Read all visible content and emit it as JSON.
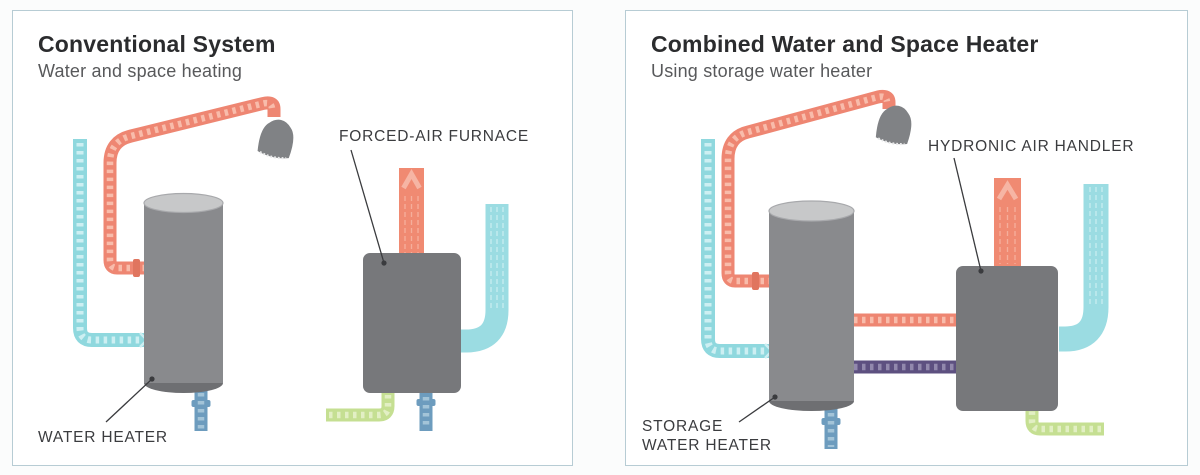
{
  "panels": {
    "left": {
      "title": "Conventional System",
      "subtitle": "Water and space heating",
      "labels": {
        "furnace": "FORCED-AIR FURNACE",
        "water_heater": "WATER HEATER"
      }
    },
    "right": {
      "title": "Combined Water and Space Heater",
      "subtitle": "Using storage water heater",
      "labels": {
        "air_handler": "HYDRONIC AIR HANDLER",
        "storage_line1": "STORAGE",
        "storage_line2": "WATER HEATER"
      }
    }
  },
  "colors": {
    "page_bg": "#fbfcfc",
    "panel_border": "#b7ccd4",
    "text_dark": "#2b2c2e",
    "text_gray": "#58595b",
    "label_color": "#3b3c3f",
    "pointer": "#3a3b3e",
    "hot": "#ee8672",
    "hot_light": "#f8bcab",
    "hot_dark": "#e0755f",
    "cold": "#8fd8de",
    "cold_light": "#cdeff2",
    "duct_warm": "#f08a72",
    "duct_warm_light": "#f6b5a4",
    "duct_cool": "#9bdce2",
    "duct_cool_light": "#cdeff2",
    "gas_blue": "#6d9cbe",
    "gas_blue_light": "#a3c4d8",
    "gas_green": "#c5df92",
    "gas_green_light": "#e2efc4",
    "return_purple": "#5d5080",
    "return_purple_light": "#9289ad",
    "appliance_gray": "#77787b",
    "tank_gray": "#898a8d",
    "tank_top": "#c7c8c9",
    "tank_rim": "#a8a9ac",
    "tank_bottom": "#6e6f72",
    "shower_gray": "#808285",
    "spray_dots": "#e9eaeb"
  }
}
